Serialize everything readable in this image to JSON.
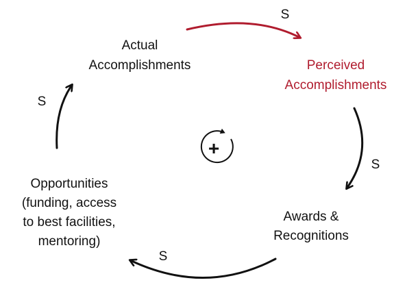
{
  "colors": {
    "default": "#111111",
    "highlight": "#b01c2e"
  },
  "nodes": {
    "actual_accomplishments": {
      "lines": [
        "Actual",
        "Accomplishments"
      ],
      "color": "#111111"
    },
    "perceived_accomplishments": {
      "lines": [
        "Perceived",
        "Accomplishments"
      ],
      "color": "#b01c2e"
    },
    "awards_recognitions": {
      "lines": [
        "Awards &",
        "Recognitions"
      ],
      "color": "#111111"
    },
    "opportunities": {
      "lines": [
        "Opportunities",
        "(funding, access",
        "to best facilities,",
        "mentoring)"
      ],
      "color": "#111111"
    }
  },
  "links": {
    "actual_to_perceived": {
      "polarity": "S",
      "color": "#b01c2e"
    },
    "perceived_to_awards": {
      "polarity": "S",
      "color": "#111111"
    },
    "awards_to_opportunities": {
      "polarity": "S",
      "color": "#111111"
    },
    "opportunities_to_actual": {
      "polarity": "S",
      "color": "#111111"
    }
  },
  "loop": {
    "sign": "+",
    "type": "reinforcing",
    "icon": "clockwise-loop-icon"
  }
}
